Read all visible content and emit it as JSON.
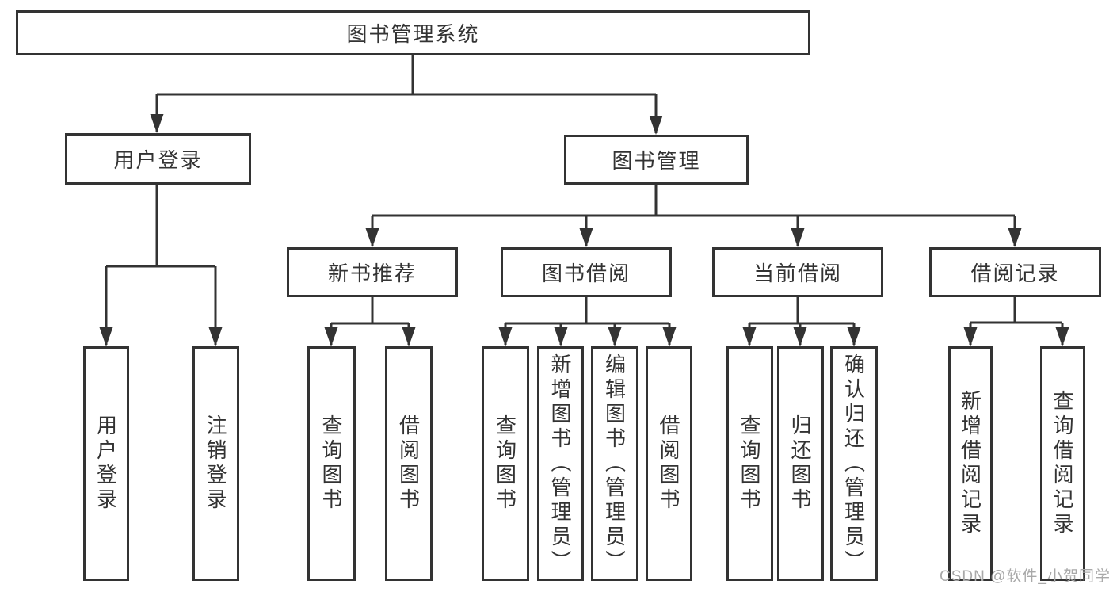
{
  "diagram": {
    "tree": {
      "root": {
        "label": "图书管理系统"
      },
      "children": [
        {
          "label": "用户登录",
          "children": [
            {
              "label": "用户登录"
            },
            {
              "label": "注销登录"
            }
          ]
        },
        {
          "label": "图书管理",
          "children": [
            {
              "label": "新书推荐",
              "children": [
                {
                  "label": "查询图书"
                },
                {
                  "label": "借阅图书"
                }
              ]
            },
            {
              "label": "图书借阅",
              "children": [
                {
                  "label": "查询图书"
                },
                {
                  "label": "新增图书（管理员）"
                },
                {
                  "label": "编辑图书（管理员）"
                },
                {
                  "label": "借阅图书"
                }
              ]
            },
            {
              "label": "当前借阅",
              "children": [
                {
                  "label": "查询图书"
                },
                {
                  "label": "归还图书"
                },
                {
                  "label": "确认归还（管理员）"
                }
              ]
            },
            {
              "label": "借阅记录",
              "children": [
                {
                  "label": "新增借阅记录"
                },
                {
                  "label": "查询借阅记录"
                }
              ]
            }
          ]
        }
      ]
    },
    "watermark": "CSDN @软件_小贺同学",
    "colors": {
      "line": "#333333",
      "text": "#333333",
      "watermark": "#a9a9a9",
      "background": "#ffffff"
    }
  }
}
